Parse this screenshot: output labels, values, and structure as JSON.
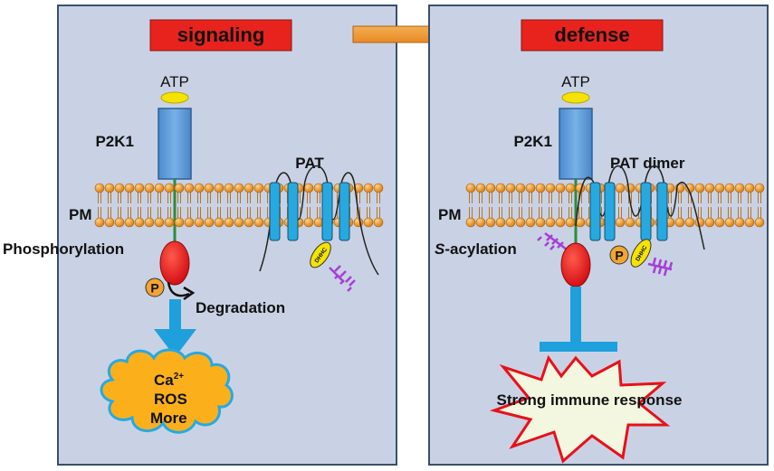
{
  "colors": {
    "panel_fill": "#c9d2e4",
    "panel_border": "#3a4f6e",
    "title_box": "#e8231d",
    "receptor": "#5b9bd5",
    "atp": "#f5e400",
    "membrane_head": "#e8951f",
    "pat_helix": "#26a9e0",
    "substrate": "#e8101a",
    "phospho": "#f3a531",
    "lipid": "#a53fd6",
    "cloud": "#fbb01b",
    "cloud_edge": "#27a9e1",
    "burst_fill": "#f3f7df",
    "burst_edge": "#e8101a",
    "inhibit": "#1ea0dc",
    "arrow": "#f08a1a"
  },
  "left_panel": {
    "title": "signaling",
    "atp": "ATP",
    "receptor": "P2K1",
    "pat": "PAT",
    "membrane": "PM",
    "modification": "Phosphorylation",
    "phospho_label": "P",
    "dhhc": "DHHC",
    "degradation": "Degradation",
    "cloud_lines": [
      "Ca",
      "ROS",
      "More"
    ],
    "cloud_superscript": "2+"
  },
  "right_panel": {
    "title": "defense",
    "atp": "ATP",
    "receptor": "P2K1",
    "pat": "PAT dimer",
    "membrane": "PM",
    "modification_italic": "S",
    "modification_rest": "-acylation",
    "phospho_label": "P",
    "dhhc": "DHHC",
    "response": "Strong immune response"
  }
}
